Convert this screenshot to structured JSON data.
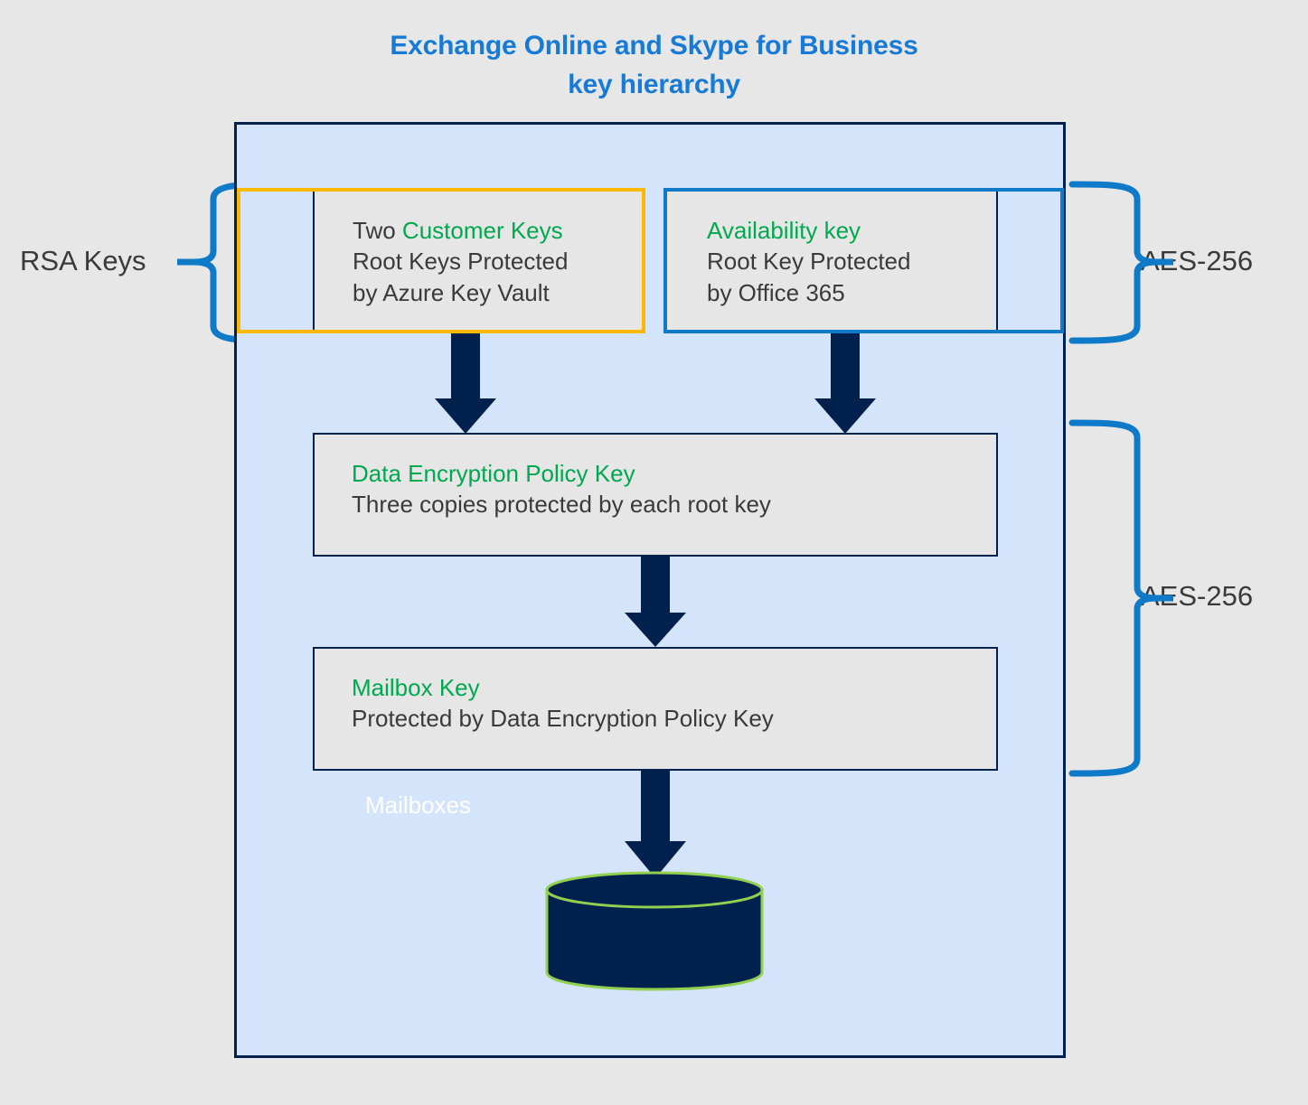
{
  "title": {
    "line1": "Exchange Online and Skype for Business",
    "line2": "key hierarchy"
  },
  "colors": {
    "background": "#e7e7e7",
    "container_fill": "#d4e4fb",
    "container_border": "#00214e",
    "card_fill": "#e6e6e6",
    "card_border": "#00214e",
    "title_blue": "#167ad6",
    "highlight_green": "#00a94f",
    "customer_key_outline": "#fcb900",
    "availability_key_outline": "#0f7ac8",
    "brace_blue": "#0f7ac8",
    "arrow_navy": "#00214e",
    "cylinder_fill": "#00214e",
    "cylinder_outline": "#92d050",
    "body_text": "#3a3a3a"
  },
  "boxes": {
    "customer_keys": {
      "heading_prefix": "Two ",
      "heading_highlight": "Customer Keys",
      "line2": "Root Keys Protected",
      "line3": "by Azure Key Vault"
    },
    "availability_key": {
      "heading_highlight": "Availability key",
      "line2": "Root Key Protected",
      "line3": "by Office 365"
    },
    "data_encryption_policy_key": {
      "heading_highlight": "Data Encryption Policy Key",
      "line2": "Three copies protected by each root key"
    },
    "mailbox_key": {
      "heading_highlight": "Mailbox Key",
      "line2": "Protected by Data Encryption Policy Key"
    },
    "mailboxes": {
      "label": "Mailboxes"
    }
  },
  "brace_labels": {
    "rsa_keys": "RSA Keys",
    "aes_top": "AES-256",
    "aes_bottom": "AES-256"
  },
  "icons": {
    "arrow_1": "arrow-down-icon",
    "arrow_2": "arrow-down-icon",
    "arrow_3": "arrow-down-icon",
    "arrow_4": "arrow-down-icon",
    "cylinder": "database-cylinder-icon",
    "brace_left": "curly-brace-left-icon",
    "brace_right_top": "curly-brace-right-icon",
    "brace_right_bottom": "curly-brace-right-icon"
  }
}
